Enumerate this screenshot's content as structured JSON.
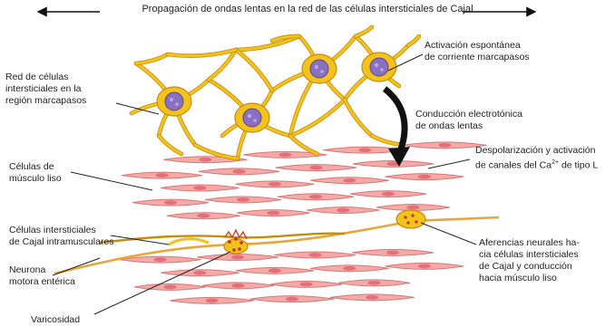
{
  "title": "Propagación de ondas lentas en la red de las células intersticiales de Cajal",
  "labels": {
    "red_celulas": "Red de células\nintersticiales en la\nregión marcapasos",
    "activacion": "Activación espontánea\nde corriente marcapasos",
    "conduccion": "Conducción electrotónica\nde ondas lentas",
    "despolarizacion_line1": "Despolarización y activación",
    "despolarizacion_line2_pre": "de canales del Ca",
    "despolarizacion_sup": "2+",
    "despolarizacion_line2_post": " de tipo L",
    "musculo_liso": "Células de\nmúsculo liso",
    "cic_intramusculares": "Células intersticiales\nde Cajal intramusculares",
    "neurona_motora": "Neurona\nmotora entérica",
    "varicosidad": "Varicosidad",
    "aferencias": "Aferencias neurales ha-\ncia células intersticiales\nde Cajal y conducción\nhacia músculo liso"
  },
  "colors": {
    "icc_fill": "#f3c21b",
    "icc_stroke": "#c48c10",
    "nucleus": "#8a70c0",
    "muscle_fill": "#f4aaa6",
    "muscle_stroke": "#d9787a",
    "muscle_nucleus": "#e06070",
    "nerve": "#e8a63a",
    "arrow": "#111111"
  }
}
